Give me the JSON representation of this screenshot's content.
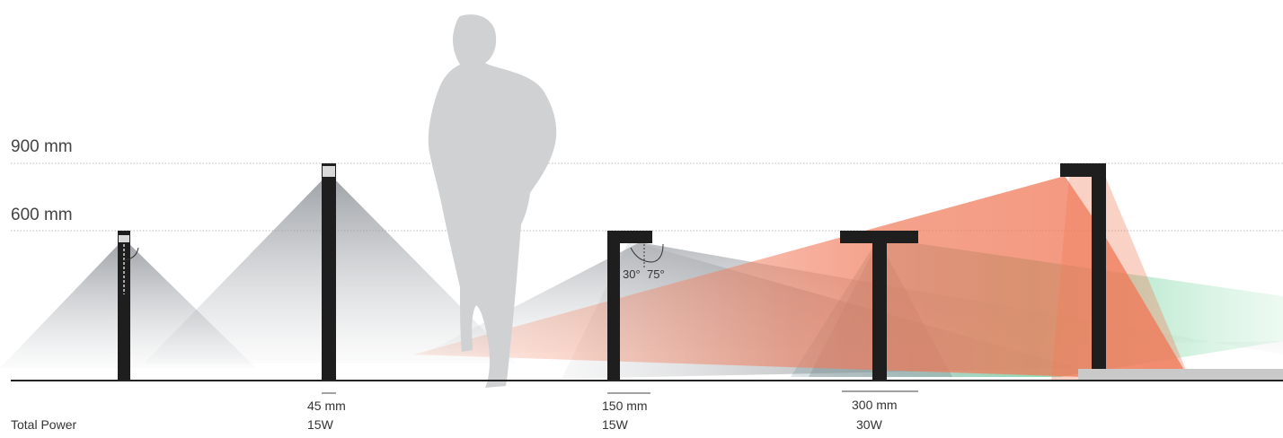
{
  "height_labels": {
    "h900": "900 mm",
    "h600": "600 mm"
  },
  "angles": {
    "a30": "30°",
    "a75": "75°"
  },
  "footer": {
    "total_power_label": "Total Power"
  },
  "fixtures": [
    {
      "id": "bollard-600-spot",
      "width": "",
      "power": ""
    },
    {
      "id": "bollard-900-spot",
      "width": "45 mm",
      "power": "15W"
    },
    {
      "id": "bollard-600-arm",
      "width": "150 mm",
      "power": "15W"
    },
    {
      "id": "bollard-600-tee",
      "width": "300 mm",
      "power": "30W"
    },
    {
      "id": "bollard-900-arm",
      "width": "",
      "power": ""
    }
  ],
  "colors": {
    "pole": "#1e1e1e",
    "cone_gray": "#8a8f95",
    "cone_green": "#7fd6a8",
    "cone_orange": "#f07a5a",
    "silhouette": "#cfd1d3",
    "guide": "#bdbdbd"
  }
}
